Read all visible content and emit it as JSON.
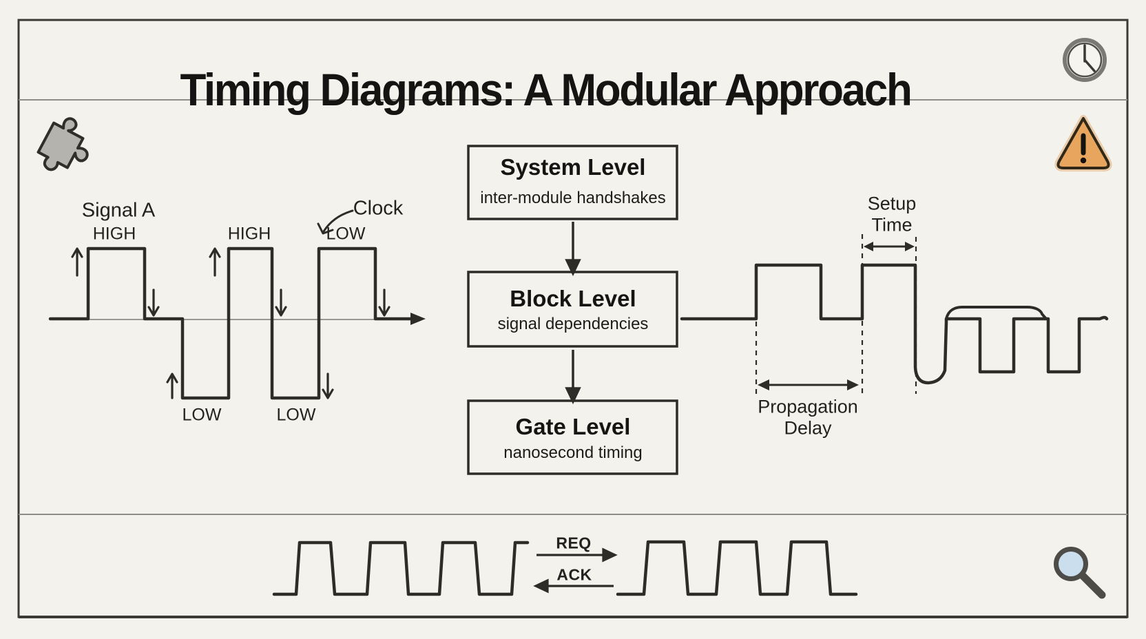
{
  "header": {
    "title": "Timing Diagrams: A Modular Approach"
  },
  "icons": {
    "top_right": "clock-icon",
    "content_top_left": "puzzle-piece-icon",
    "content_top_right": "warning-triangle-icon",
    "bottom_right": "magnifying-glass-icon"
  },
  "signal_panel": {
    "signal_label": "Signal A",
    "clock_label": "Clock",
    "top_labels": [
      "HIGH",
      "HIGH",
      "LOW"
    ],
    "bottom_labels": [
      "LOW",
      "LOW"
    ]
  },
  "flowchart": {
    "levels": [
      {
        "title": "System Level",
        "subtitle": "inter-module handshakes"
      },
      {
        "title": "Block Level",
        "subtitle": "signal dependencies"
      },
      {
        "title": "Gate Level",
        "subtitle": "nanosecond timing"
      }
    ]
  },
  "timing_panel": {
    "setup_lines": [
      "Setup",
      "Time"
    ],
    "propagation_lines": [
      "Propagation",
      "Delay"
    ]
  },
  "handshake": {
    "request_label": "REQ",
    "acknowledge_label": "ACK"
  },
  "colors": {
    "background": "#f4f2ec",
    "ink": "#2d2c29",
    "warning_fill": "#e8a55e",
    "lens_fill": "#cbdeee"
  }
}
